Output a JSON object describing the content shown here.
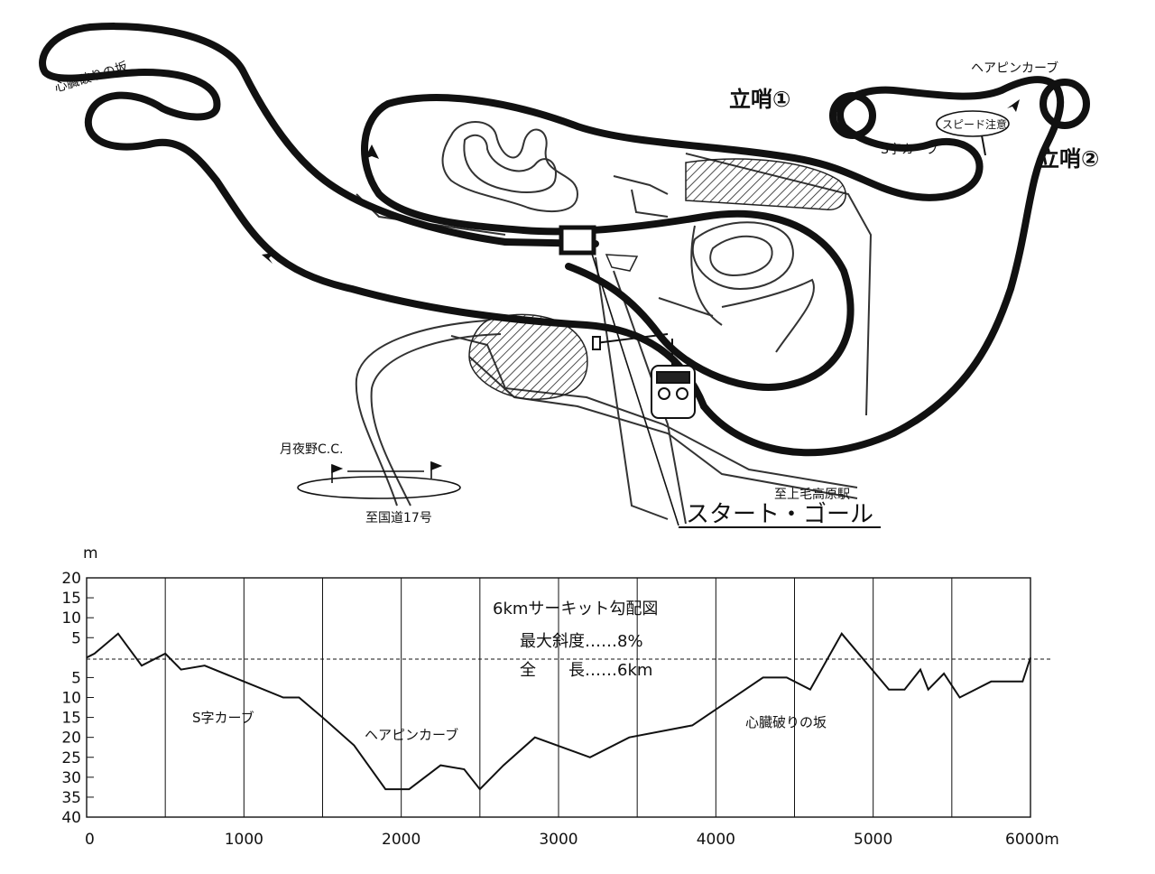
{
  "map": {
    "labels": {
      "shinzo_slope": "心臓破りの坂",
      "tatesho1": "立哨①",
      "tatesho2": "立哨②",
      "hairpin": "ヘアピンカーブ",
      "s_curve": "S字カーブ",
      "speed_caution": "スピード注意",
      "golf": "月夜野C.C.",
      "kamimoku": "至上毛高原駅",
      "kokudo": "至国道17号",
      "start_goal": "スタート・ゴール"
    },
    "colors": {
      "course": "#111111",
      "road": "#333333",
      "background": "#ffffff"
    }
  },
  "profile": {
    "title": "6kmサーキット勾配図",
    "max_slope": "最大斜度……8%",
    "length": "全　　長……6km",
    "section_labels": {
      "s_curve": "S字カーブ",
      "hairpin": "ヘアピンカーブ",
      "shinzo": "心臓破りの坂"
    },
    "chart_data": {
      "type": "line",
      "ylabel": "m",
      "x_ticks": [
        "0",
        "1000",
        "2000",
        "3000",
        "4000",
        "5000",
        "6000m"
      ],
      "y_ticks": [
        "20",
        "15",
        "10",
        "5",
        "5",
        "10",
        "15",
        "20",
        "25",
        "30",
        "35",
        "40"
      ],
      "xlim": [
        0,
        6000
      ],
      "ylim": [
        -40,
        20
      ],
      "grid": true,
      "x": [
        0,
        50,
        200,
        350,
        500,
        600,
        750,
        1000,
        1250,
        1350,
        1500,
        1700,
        1900,
        2050,
        2250,
        2400,
        2500,
        2650,
        2850,
        3200,
        3450,
        3850,
        4300,
        4450,
        4600,
        4800,
        5100,
        5200,
        5300,
        5350,
        5450,
        5550,
        5750,
        5950,
        6000
      ],
      "values": [
        0,
        1,
        6,
        -2,
        1,
        -3,
        -2,
        -6,
        -10,
        -10,
        -15,
        -22,
        -33,
        -33,
        -27,
        -28,
        -33,
        -27,
        -20,
        -25,
        -20,
        -17,
        -5,
        -5,
        -8,
        6,
        -8,
        -8,
        -3,
        -8,
        -4,
        -10,
        -6,
        -6,
        0
      ]
    }
  }
}
